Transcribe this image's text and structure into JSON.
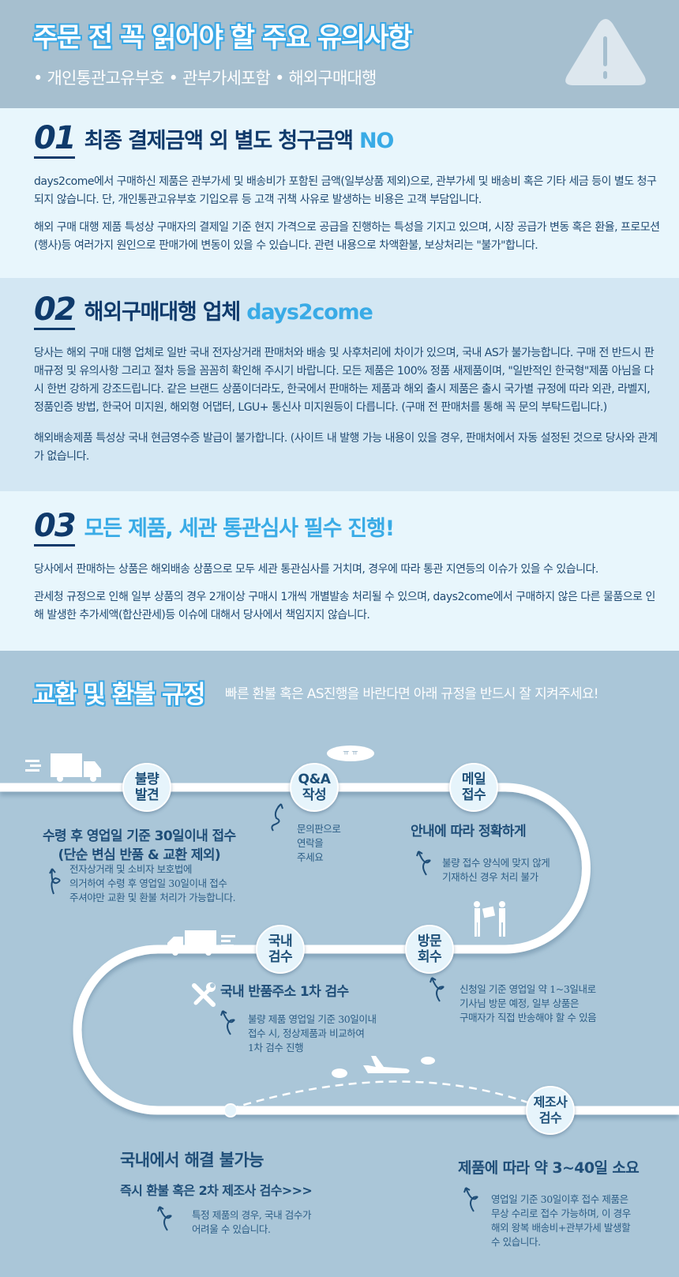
{
  "header": {
    "title": "주문 전 꼭 읽어야 할 주요 유의사항",
    "tags": "• 개인통관고유부호 • 관부가세포함 • 해외구매대행",
    "icon": "warning-triangle-icon"
  },
  "colors": {
    "header_bg": "#a6bfcf",
    "accent_blue": "#39abe6",
    "navy": "#0f3a6b",
    "light_bg": "#e8f6fc",
    "mid_bg": "#d3e7f3",
    "refund_bg": "#aac6d8"
  },
  "sections": [
    {
      "num": "01",
      "title": "최종 결제금액 외 별도 청구금액",
      "accent": "NO",
      "paragraphs": [
        "days2come에서 구매하신 제품은 관부가세 및 배송비가 포함된 금액(일부상품 제외)으로, 관부가세 및 배송비 혹은 기타 세금 등이 별도 청구 되지 않습니다. 단, 개인통관고유부호 기입오류 등 고객 귀책 사유로 발생하는 비용은 고객 부담입니다.",
        "해외 구매 대행 제품 특성상 구매자의 결제일 기준 현지 가격으로 공급을 진행하는 특성을 기지고 있으며, 시장 공급가 변동 혹은 환율, 프로모션(행사)등 여러가지 원인으로 판매가에 변동이 있을 수 있습니다. 관련 내용으로 차액환불, 보상처리는 \"불가\"합니다."
      ]
    },
    {
      "num": "02",
      "title": "해외구매대행 업체",
      "accent": "days2come",
      "paragraphs": [
        "당사는 해외 구매 대행 업체로 일반 국내 전자상거래 판매처와 배송 및 사후처리에 차이가 있으며, 국내 AS가 불가능합니다. 구매 전 반드시 판매규정 및 유의사항 그리고 절차 등을 꼼꼼히 확인해 주시기 바랍니다. 모든 제품은 100% 정품 새제품이며, \"일반적인 한국형\"제품 아님을 다시 한번 강하게 강조드립니다. 같은 브랜드 상품이더라도, 한국에서 판매하는 제품과 해외 출시 제품은 출시 국가별 규정에 따라 외관, 라벨지, 정품인증 방법, 한국어 미지원, 해외형 어댑터, LGU+ 통신사 미지원등이 다릅니다. (구매 전 판매처를 통해 꼭 문의 부탁드립니다.)",
        "해외배송제품 특성상 국내 현금영수증 발급이 불가합니다. (사이트 내 발행 가능 내용이 있을 경우, 판매처에서 자동 설정된 것으로 당사와 관계가 없습니다."
      ]
    },
    {
      "num": "03",
      "title": "모든 제품, 세관 통관심사 필수 진행!",
      "accent": "",
      "paragraphs": [
        "당사에서 판매하는 상품은 해외배송 상품으로 모두 세관 통관심사를 거치며, 경우에 따라 통관 지연등의 이슈가 있을 수 있습니다.",
        "관세청 규정으로 인해 일부 상품의 경우 2개이상 구매시 1개씩 개별발송 처리될 수 있으며, days2come에서 구매하지 않은 다른 물품으로 인해 발생한 추가세액(합산관세)등 이슈에 대해서 당사에서 책임지지 않습니다."
      ]
    }
  ],
  "refund": {
    "title": "교환 및 환불 규정",
    "subtitle": "빠른 환불 혹은 AS진행을 바란다면 아래 규정을 반드시 잘 지켜주세요!",
    "steps": [
      {
        "label": "불량\n발견",
        "title": "수령 후 영업일 기준 30일이내 접수\n(단순 변심 반품 & 교환 제외)",
        "note": "전자상거래 및 소비자 보호법에\n의거하여 수령 후 영업일 30일이내 접수\n주셔야만 교환 및 환불 처리가 가능합니다."
      },
      {
        "label": "Q&A\n작성",
        "title": "",
        "note": "문의판으로\n연락을\n주세요"
      },
      {
        "label": "메일\n접수",
        "title": "안내에 따라 정확하게",
        "note": "불량 접수 양식에 맞지 않게\n기재하신 경우 처리 불가"
      },
      {
        "label": "방문\n회수",
        "title": "",
        "note": "신청일 기준 영업일 약 1~3일내로\n기사님 방문 예정, 일부 상품은\n구매자가 직접 반송해야 할 수 있음"
      },
      {
        "label": "국내\n검수",
        "title": "국내 반품주소 1차 검수",
        "note": "불량 제품 영업일 기준 30일이내\n접수 시, 정상제품과 비교하여\n1차 검수 진행"
      },
      {
        "label": "제조사\n검수",
        "title": "제품에 따라 약 3~40일 소요",
        "note": "영업일 기준 30일이후 접수 제품은\n무상 수리로 접수 가능하며, 이 경우\n해외 왕복 배송비+관부가세 발생할\n 수 있습니다."
      }
    ],
    "domestic_fail": {
      "title": "국내에서 해결 불가능",
      "sub": "즉시 환불 혹은 2차 제조사 검수>>>",
      "note": "특정 제품의 경우, 국내 검수가\n어려울 수 있습니다."
    },
    "speech_bubble": "ㅠ ㅠ"
  }
}
